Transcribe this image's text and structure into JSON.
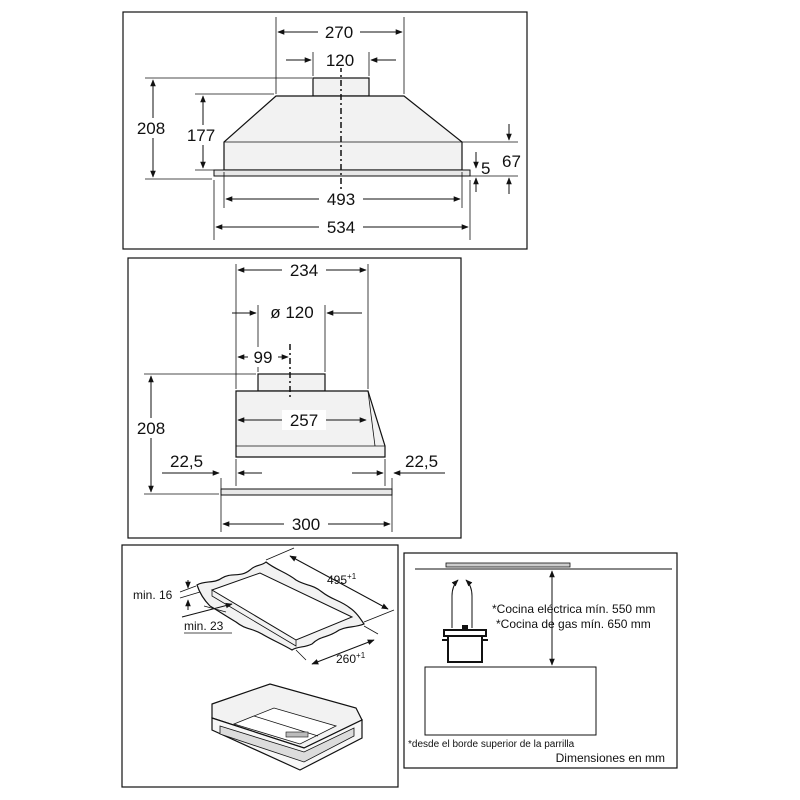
{
  "side_view": {
    "width_top": "270",
    "duct": "120",
    "height_total": "208",
    "height_body": "177",
    "height_side": "67",
    "thickness": "5",
    "width_body": "493",
    "width_total": "534"
  },
  "front_view": {
    "width_top": "234",
    "duct": "ø 120",
    "duct_offset": "99",
    "height_total": "208",
    "inner_width": "257",
    "margin_left": "22,5",
    "margin_right": "22,5",
    "depth_total": "300"
  },
  "cutout": {
    "min_thickness_label": "min. 16",
    "min_distance_label": "min. 23",
    "length_value": "495",
    "length_tolerance": "+1",
    "width_value": "260",
    "width_tolerance": "+1"
  },
  "clearance": {
    "electric_note": "*Cocina eléctrica mín. 550 mm",
    "gas_note": "*Cocina de gas mín. 650 mm",
    "footnote": "*desde el borde superior de la parrilla",
    "units_note": "Dimensiones en mm"
  }
}
